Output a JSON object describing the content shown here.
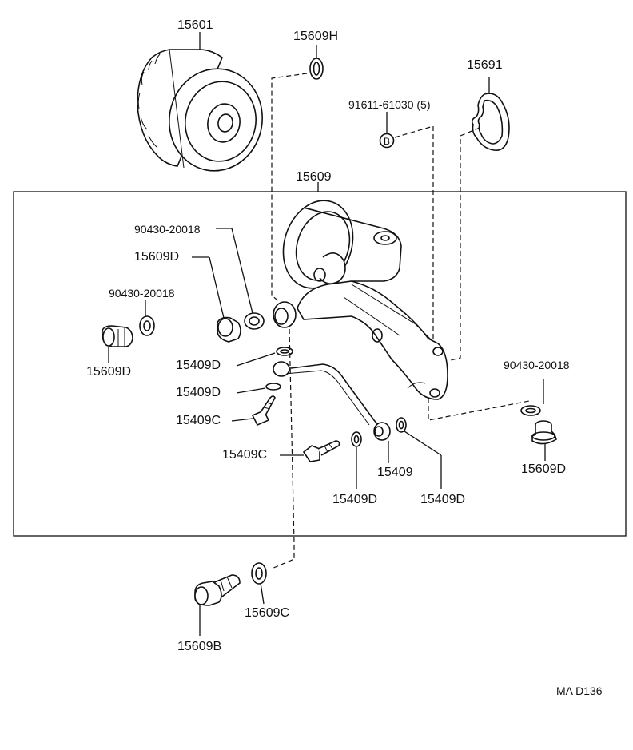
{
  "diagram": {
    "labels": {
      "oil_filter": "15601",
      "gasket_h": "15609H",
      "gasket_691": "15691",
      "bolt_91611": "91611-61030 (5)",
      "bolt_marker": "B",
      "bracket": "15609",
      "gasket_left_top": "90430-20018",
      "union_d_left": "15609D",
      "gasket_left": "90430-20018",
      "plug_d_left": "15609D",
      "pipe_gasket_a": "15409D",
      "pipe_gasket_b": "15409D",
      "pipe_bolt_a": "15409C",
      "pipe_bolt_b": "15409C",
      "pipe": "15409",
      "pipe_gasket_c": "15409D",
      "pipe_gasket_d": "15409D",
      "gasket_right": "90430-20018",
      "plug_d_right": "15609D",
      "union_b": "15609B",
      "gasket_c": "15609C"
    },
    "code": "MA  D136"
  }
}
